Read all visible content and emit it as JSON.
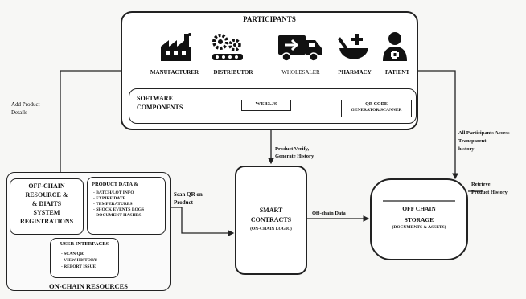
{
  "participants": {
    "title": "PARTICIPANTS",
    "items": [
      {
        "label": "MANUFACTURER",
        "icon": "factory-icon"
      },
      {
        "label": "DISTRIBUTOR",
        "icon": "gears-conveyor-icon"
      },
      {
        "label": "WHOLESALER",
        "icon": "delivery-truck-icon"
      },
      {
        "label": "PHARMACY",
        "icon": "mortar-pestle-icon"
      },
      {
        "label": "PATIENT",
        "icon": "patient-icon"
      }
    ]
  },
  "software": {
    "label_line1": "SOFTWARE",
    "label_line2": "COMPONENTS",
    "web3js": "WEB3.JS",
    "qr_line1": "QR CODE",
    "qr_line2": "GENERATOR/SCANNER"
  },
  "offchain_left": {
    "title_line1": "OFF-CHAIN",
    "title_line2": "RESOURCE &",
    "title_line3": "& DIAITS",
    "title_line4": "SYSTEM",
    "title_line5": "REGISTRATIONS"
  },
  "product_data": {
    "title": "PRODUCT DATA &",
    "items": [
      "- BATCH/LOT INFO",
      "- EXPIRE DATE",
      "- TEMPERATURES",
      "- SHOCK EVENTS LOGS",
      "- DOCUMENT HASHES"
    ]
  },
  "user_interfaces": {
    "title": "USER INTERFACES",
    "items": [
      "- SCAN QR",
      "- VIEW HISTORY",
      "- REPORT ISSUE"
    ]
  },
  "onchain_label": "ON-CHAIN RESOURCES",
  "smart_contracts": {
    "line1": "SMART",
    "line2": "CONTRACTS",
    "line3": "(ON-CHAIN LOGIC)"
  },
  "offchain_storage": {
    "line1": "OFF CHAIN",
    "line2": "STORAGE",
    "line3": "(DOCUMENTS & ASSETS)"
  },
  "edges": {
    "add_product_line1": "Add Product",
    "add_product_line2": "Details",
    "product_verify_line1": "Product Verify,",
    "product_verify_line2": "Generate History",
    "all_participants_line1": "All Participants Access",
    "all_participants_line2": "Transparent",
    "all_participants_line3": "history",
    "scan_qr_line1": "Scan QR on",
    "scan_qr_line2": "Product",
    "offchain_data": "Off-chain Data",
    "retrieve_line1": "Retrieve",
    "retrieve_line2": "Product History"
  }
}
